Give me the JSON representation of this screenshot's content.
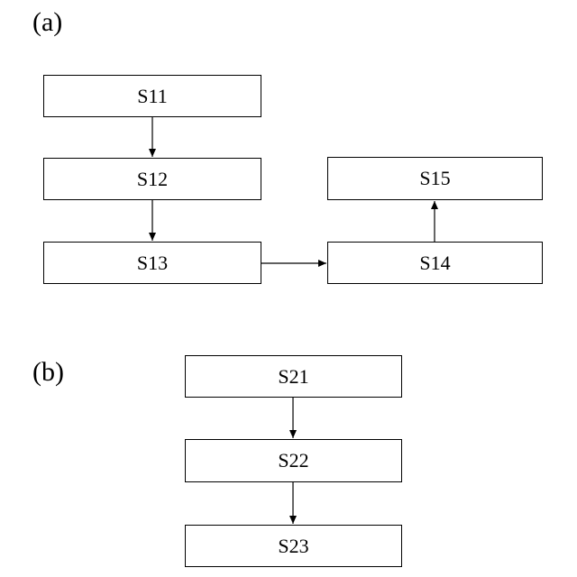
{
  "panels": {
    "a": {
      "label": "(a)",
      "nodes": {
        "s11": "S11",
        "s12": "S12",
        "s13": "S13",
        "s14": "S14",
        "s15": "S15"
      }
    },
    "b": {
      "label": "(b)",
      "nodes": {
        "s21": "S21",
        "s22": "S22",
        "s23": "S23"
      }
    }
  },
  "edges": [
    {
      "from": "S11",
      "to": "S12"
    },
    {
      "from": "S12",
      "to": "S13"
    },
    {
      "from": "S13",
      "to": "S14"
    },
    {
      "from": "S14",
      "to": "S15"
    },
    {
      "from": "S21",
      "to": "S22"
    },
    {
      "from": "S22",
      "to": "S23"
    }
  ],
  "colors": {
    "stroke": "#000000",
    "background": "#ffffff"
  }
}
